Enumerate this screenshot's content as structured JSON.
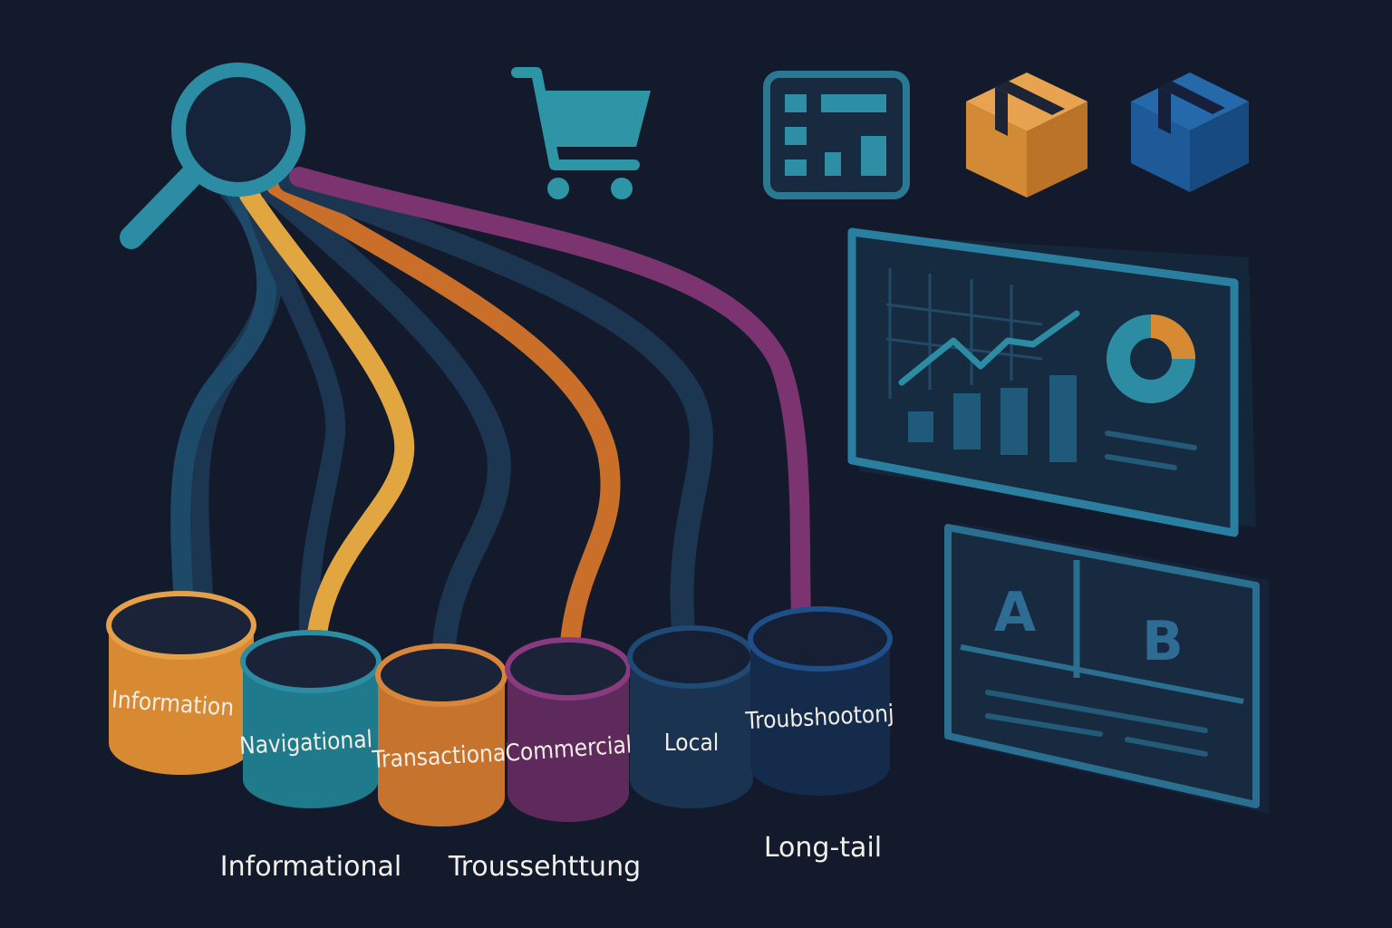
{
  "colors": {
    "background": "#131a2b",
    "teal": "#2b8ca3",
    "orange": "#d88a32",
    "deep_orange": "#c96f2a",
    "magenta": "#7c3470",
    "dark_blue": "#1c3550",
    "navy": "#173a68",
    "box_blue": "#1e5c9a",
    "panel_line": "#2a6e90"
  },
  "icons": {
    "search": "magnifier-icon",
    "cart": "shopping-cart-icon",
    "layout": "layout-grid-icon",
    "box_orange": "package-icon",
    "box_blue": "package-icon",
    "dashboard": "analytics-dashboard-icon",
    "ab_test": "ab-test-panel-icon"
  },
  "cylinders": [
    {
      "label": "Information"
    },
    {
      "label": "Navigational"
    },
    {
      "label": "Transactional"
    },
    {
      "label": "Commercial"
    },
    {
      "label": "Local"
    },
    {
      "label": "Troubshootonj"
    }
  ],
  "bottom_labels": {
    "informational": "Informational",
    "troussehttung": "Troussehttung",
    "long_tail": "Long-tail"
  },
  "ab_panel": {
    "a": "A",
    "b": "B"
  }
}
